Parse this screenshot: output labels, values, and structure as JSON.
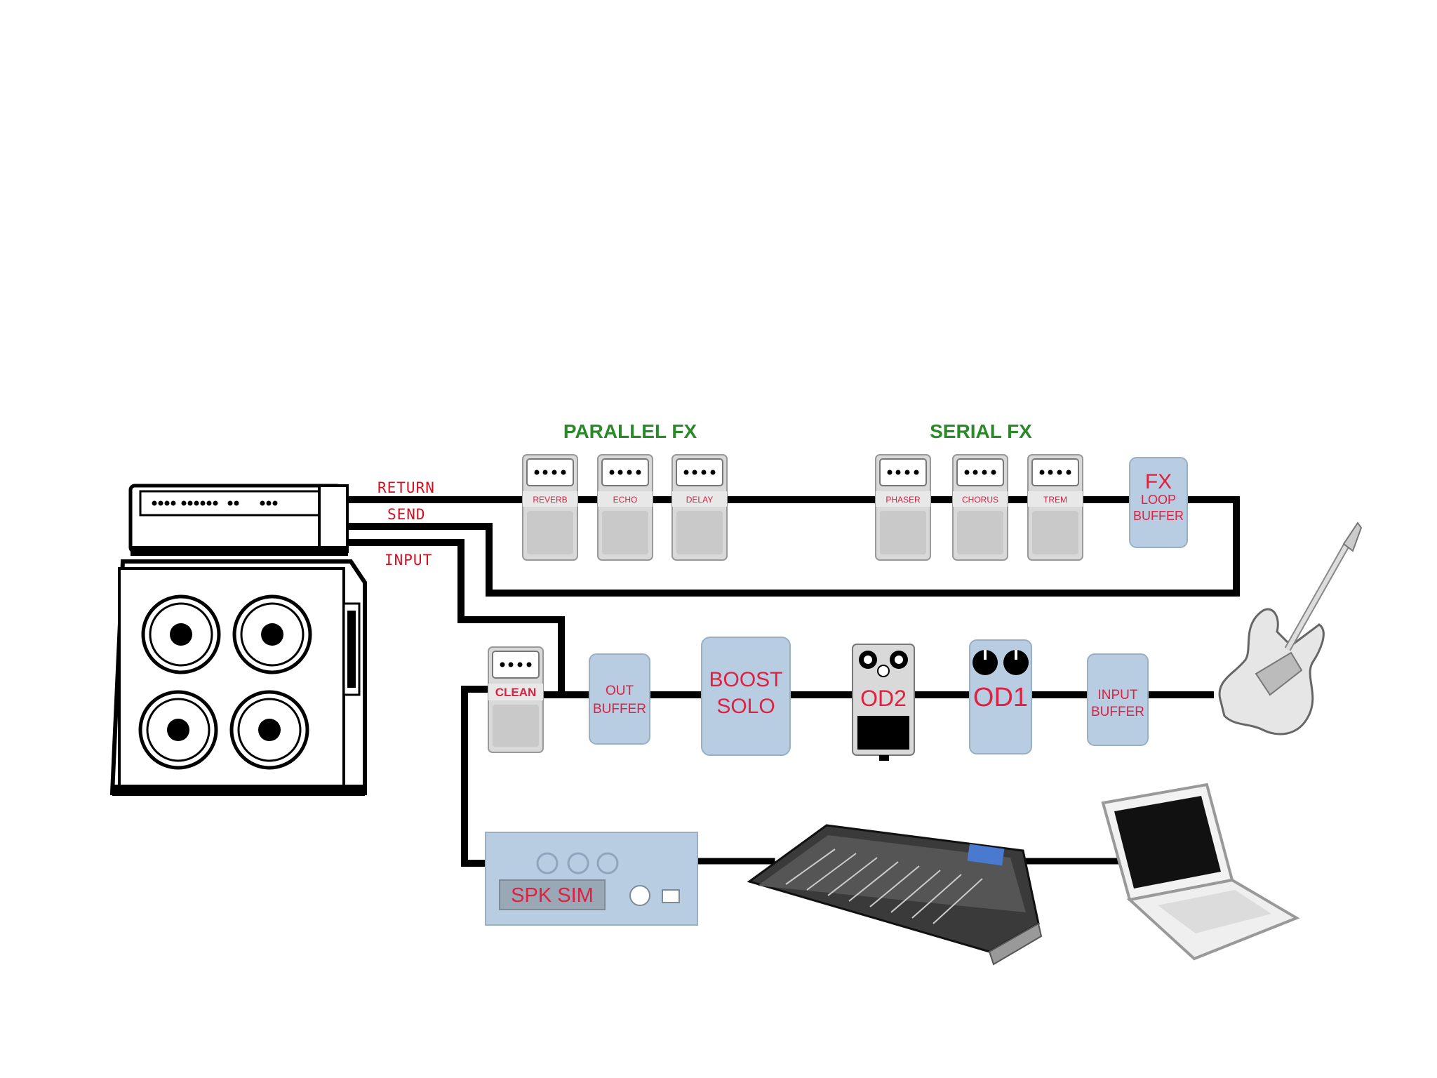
{
  "sections": {
    "parallel_title": "PARALLEL FX",
    "serial_title": "SERIAL FX"
  },
  "amp_jacks": {
    "return": "RETURN",
    "send": "SEND",
    "input": "INPUT"
  },
  "parallel_pedals": [
    "REVERB",
    "ECHO",
    "DELAY"
  ],
  "serial_pedals": [
    "PHASER",
    "CHORUS",
    "TREM"
  ],
  "fx_loop_buffer": [
    "FX",
    "LOOP",
    "BUFFER"
  ],
  "main_chain": {
    "clean": "CLEAN",
    "out_buffer": [
      "OUT",
      "BUFFER"
    ],
    "boost": [
      "BOOST",
      "SOLO"
    ],
    "od2": "OD2",
    "od1": "OD1",
    "input_buffer": [
      "INPUT",
      "BUFFER"
    ]
  },
  "spk_sim": "SPK SIM",
  "colors": {
    "box_fill": "#b9cde2",
    "label_red": "#e02040",
    "title_green": "#2a8a2a",
    "cable": "#000000"
  },
  "icons": [
    "amp-head-icon",
    "speaker-cabinet-icon",
    "guitar-icon",
    "mixing-console-icon",
    "laptop-icon"
  ]
}
